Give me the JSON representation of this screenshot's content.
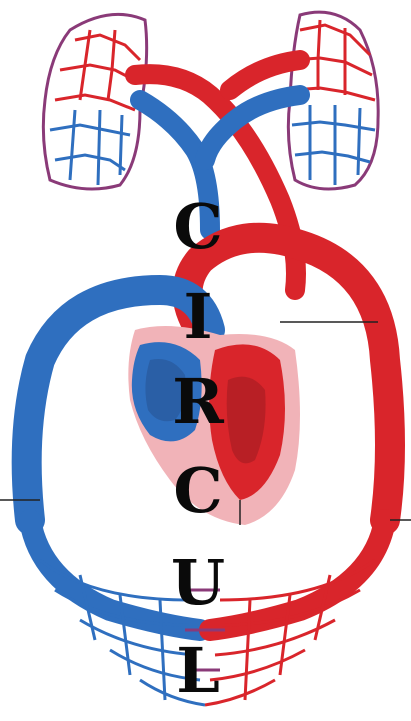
{
  "diagram": {
    "letters": [
      "C",
      "I",
      "R",
      "C",
      "U",
      "L"
    ]
  },
  "colors": {
    "oxygenated": "#d9252b",
    "deoxygenated": "#2f6fbf",
    "mixed": "#8a3a78",
    "heart_pink": "#f1b3b8",
    "label_text": "#0a0a0a"
  }
}
